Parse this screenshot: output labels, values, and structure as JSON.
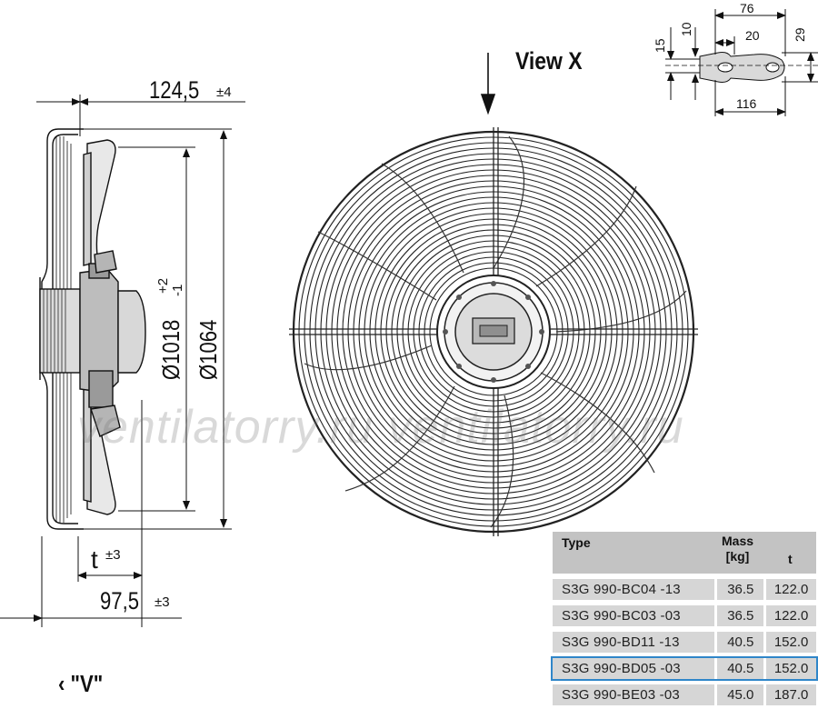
{
  "view_label": "View X",
  "v_label": "\"V\"",
  "v_arrow": "‹",
  "watermark": "ventilatorry.ru   ventilatorry.ru",
  "dimensions": {
    "d124": "124,5",
    "d124_tol": "±4",
    "d1018": "Ø1018",
    "d1018_tol_plus": "+2",
    "d1018_tol_minus": "-1",
    "d1064": "Ø1064",
    "t": "t",
    "t_tol": "±3",
    "d97": "97,5",
    "d97_tol": "±3"
  },
  "detail_dims": {
    "d76": "76",
    "d20": "20",
    "d29": "29",
    "d15": "15",
    "d10": "10",
    "d116": "116"
  },
  "table": {
    "header_type": "Type",
    "header_mass_1": "Mass",
    "header_mass_2": "[kg]",
    "header_t": "t",
    "rows": [
      {
        "type": "S3G 990-BC04 -13",
        "mass": "36.5",
        "t": "122.0"
      },
      {
        "type": "S3G 990-BC03 -03",
        "mass": "36.5",
        "t": "122.0"
      },
      {
        "type": "S3G 990-BD11 -13",
        "mass": "40.5",
        "t": "152.0"
      },
      {
        "type": "S3G 990-BD05 -03",
        "mass": "40.5",
        "t": "152.0"
      },
      {
        "type": "S3G 990-BE03 -03",
        "mass": "45.0",
        "t": "187.0"
      }
    ],
    "highlighted_row": 3,
    "highlight_color": "#2f86c9"
  }
}
